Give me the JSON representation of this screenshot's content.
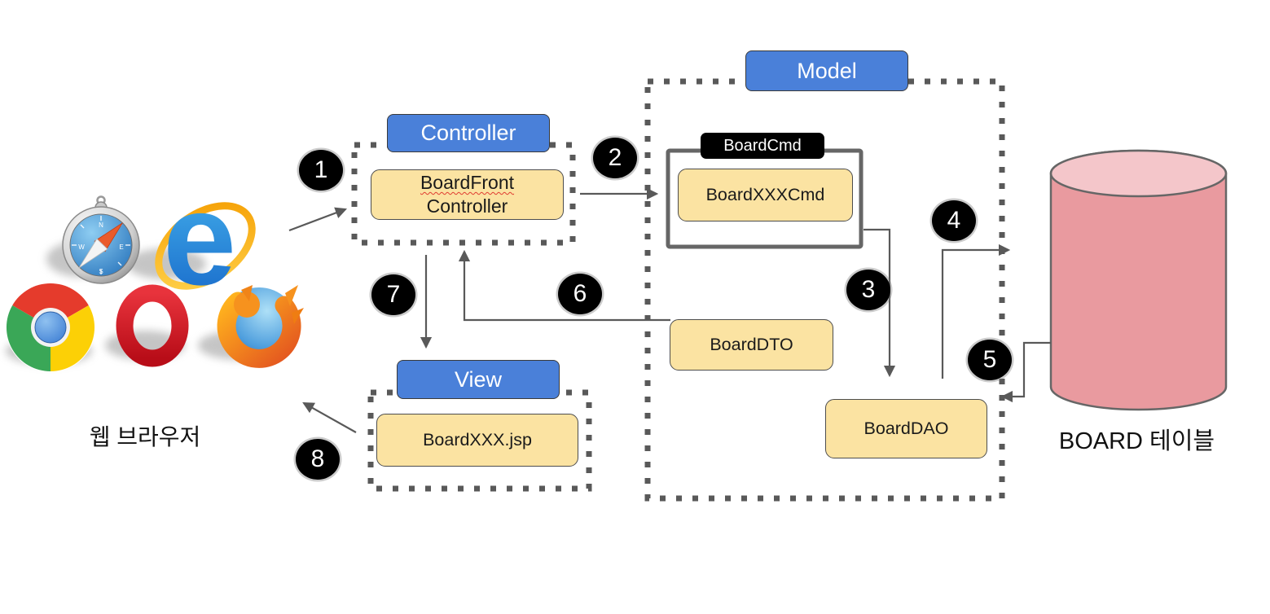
{
  "diagram": {
    "title_groups": {
      "controller": "Controller",
      "model": "Model",
      "view": "View"
    },
    "nodes": {
      "board_front_controller_line1": "BoardFront",
      "board_front_controller_line2": "Controller",
      "board_cmd": "BoardCmd",
      "board_xxx_cmd": "BoardXXXCmd",
      "board_dto": "BoardDTO",
      "board_dao": "BoardDAO",
      "board_xxx_jsp": "BoardXXX.jsp"
    },
    "labels": {
      "web_browser": "웹 브라우저",
      "board_table": "BOARD 테이블"
    },
    "steps": [
      "1",
      "2",
      "3",
      "4",
      "5",
      "6",
      "7",
      "8"
    ],
    "icons": {
      "browsers": [
        "safari",
        "internet-explorer",
        "chrome",
        "opera",
        "firefox"
      ],
      "ie_letter": "e",
      "compass_points": [
        "N",
        "W",
        "E",
        "S"
      ],
      "database": "database-cylinder"
    },
    "colors": {
      "header_blue": "#4a80d9",
      "node_yellow": "#fbe3a2",
      "line_gray": "#595959",
      "box_border_gray": "#666666",
      "cylinder_pink": "#e99a9f",
      "cylinder_top_pink": "#f4c6ca",
      "step_circle": "#000000",
      "spellcheck_red": "#e03c31"
    }
  }
}
